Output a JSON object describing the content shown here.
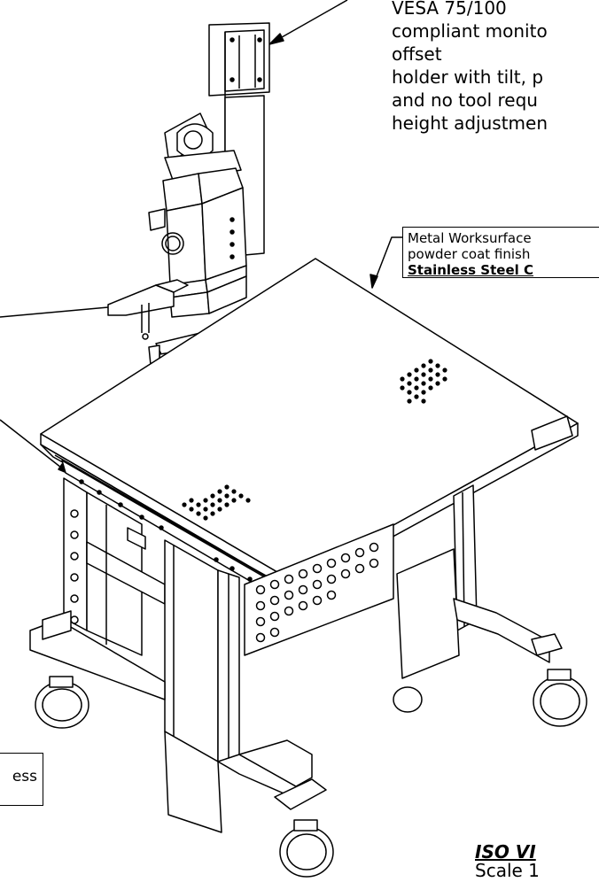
{
  "callout_monitor": {
    "line1": "VESA 75/100",
    "line2": "compliant monito",
    "line3": "offset",
    "line4": "holder with tilt, p",
    "line5": "and no tool requ",
    "line6": "height adjustmen"
  },
  "callout_worksurface": {
    "line1": "Metal Worksurface",
    "line2": "powder coat finish",
    "line3": "Stainless Steel C"
  },
  "callout_left": {
    "text": "ess"
  },
  "view_label": {
    "title": "ISO VI",
    "scale": "Scale 1"
  },
  "colors": {
    "line": "#000000",
    "background": "#ffffff",
    "surface": "#ffffff"
  }
}
